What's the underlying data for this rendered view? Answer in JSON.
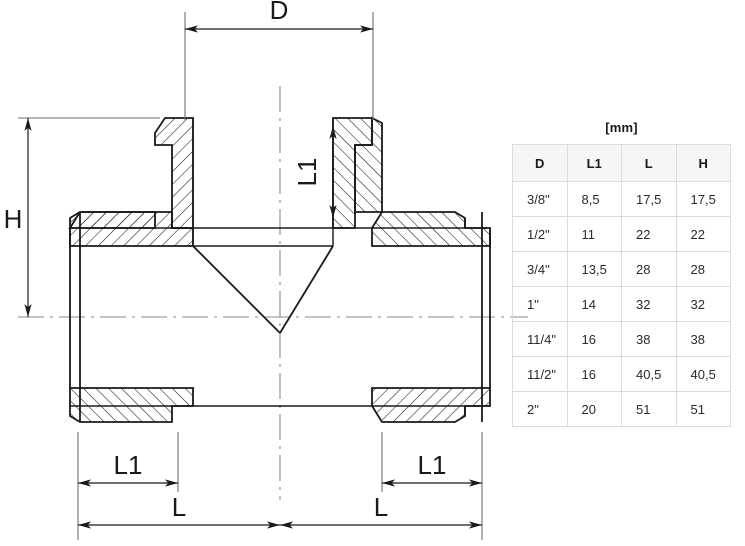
{
  "drawing": {
    "title_unit": "[mm]",
    "dimension_labels": {
      "d_top": "D",
      "h_left": "H",
      "l1_vertical": "L1",
      "l1_bottom_left": "L1",
      "l1_bottom_right": "L1",
      "l_bottom_left": "L",
      "l_bottom_right": "L"
    }
  },
  "table": {
    "unit": "[mm]",
    "headers": [
      "D",
      "L1",
      "L",
      "H"
    ],
    "rows": [
      [
        "3/8\"",
        "8,5",
        "17,5",
        "17,5"
      ],
      [
        "1/2\"",
        "11",
        "22",
        "22"
      ],
      [
        "3/4\"",
        "13,5",
        "28",
        "28"
      ],
      [
        "1\"",
        "14",
        "32",
        "32"
      ],
      [
        "11/4\"",
        "16",
        "38",
        "38"
      ],
      [
        "11/2\"",
        "16",
        "40,5",
        "40,5"
      ],
      [
        "2\"",
        "20",
        "51",
        "51"
      ]
    ]
  },
  "colors": {
    "line": "#1a1a1a",
    "thin_line": "#6e6e6e",
    "center_line": "#8a8a8a",
    "header_bg": "#f6f6f6",
    "border": "#dcdcdc",
    "background": "#ffffff"
  }
}
